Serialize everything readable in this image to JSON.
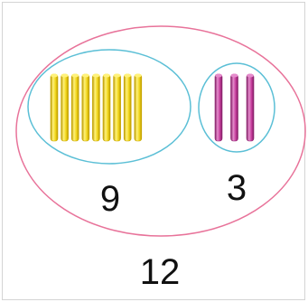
{
  "groups": [
    {
      "count": 9,
      "label": "9",
      "stick_color": "#f0d418",
      "stick_highlight": "#fff27a",
      "stick_shade": "#c9a800"
    },
    {
      "count": 3,
      "label": "3",
      "stick_color": "#c43a9a",
      "stick_highlight": "#e58ccc",
      "stick_shade": "#8f2370"
    }
  ],
  "total": {
    "label": "12"
  },
  "colors": {
    "outer_ellipse": "#e8739a",
    "inner_ellipse": "#5bbfd6"
  }
}
